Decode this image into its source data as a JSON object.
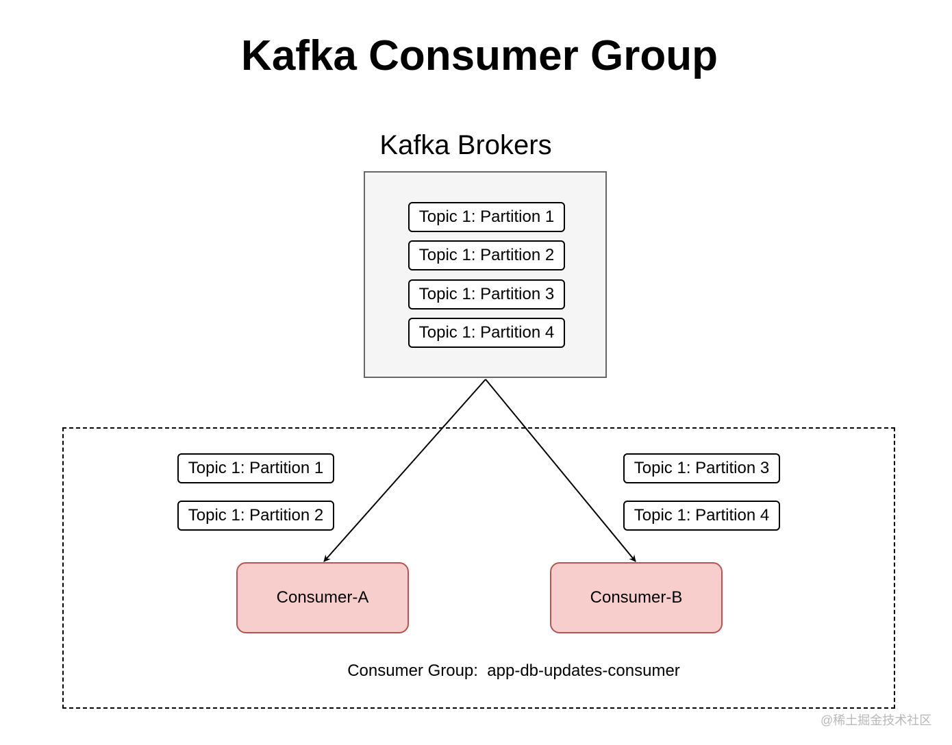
{
  "title": "Kafka Consumer Group",
  "brokers": {
    "label": "Kafka Brokers",
    "partitions": [
      "Topic 1: Partition 1",
      "Topic 1: Partition 2",
      "Topic 1: Partition 3",
      "Topic 1: Partition 4"
    ]
  },
  "consumer_a": {
    "name": "Consumer-A",
    "partitions": [
      "Topic 1: Partition 1",
      "Topic 1: Partition 2"
    ]
  },
  "consumer_b": {
    "name": "Consumer-B",
    "partitions": [
      "Topic 1: Partition 3",
      "Topic 1: Partition 4"
    ]
  },
  "group": {
    "label": "Consumer Group:  app-db-updates-consumer"
  },
  "watermark": "@稀土掘金技术社区",
  "colors": {
    "broker_fill": "#f5f5f5",
    "broker_border": "#666666",
    "consumer_fill": "#f8cecc",
    "consumer_border": "#b85450"
  }
}
